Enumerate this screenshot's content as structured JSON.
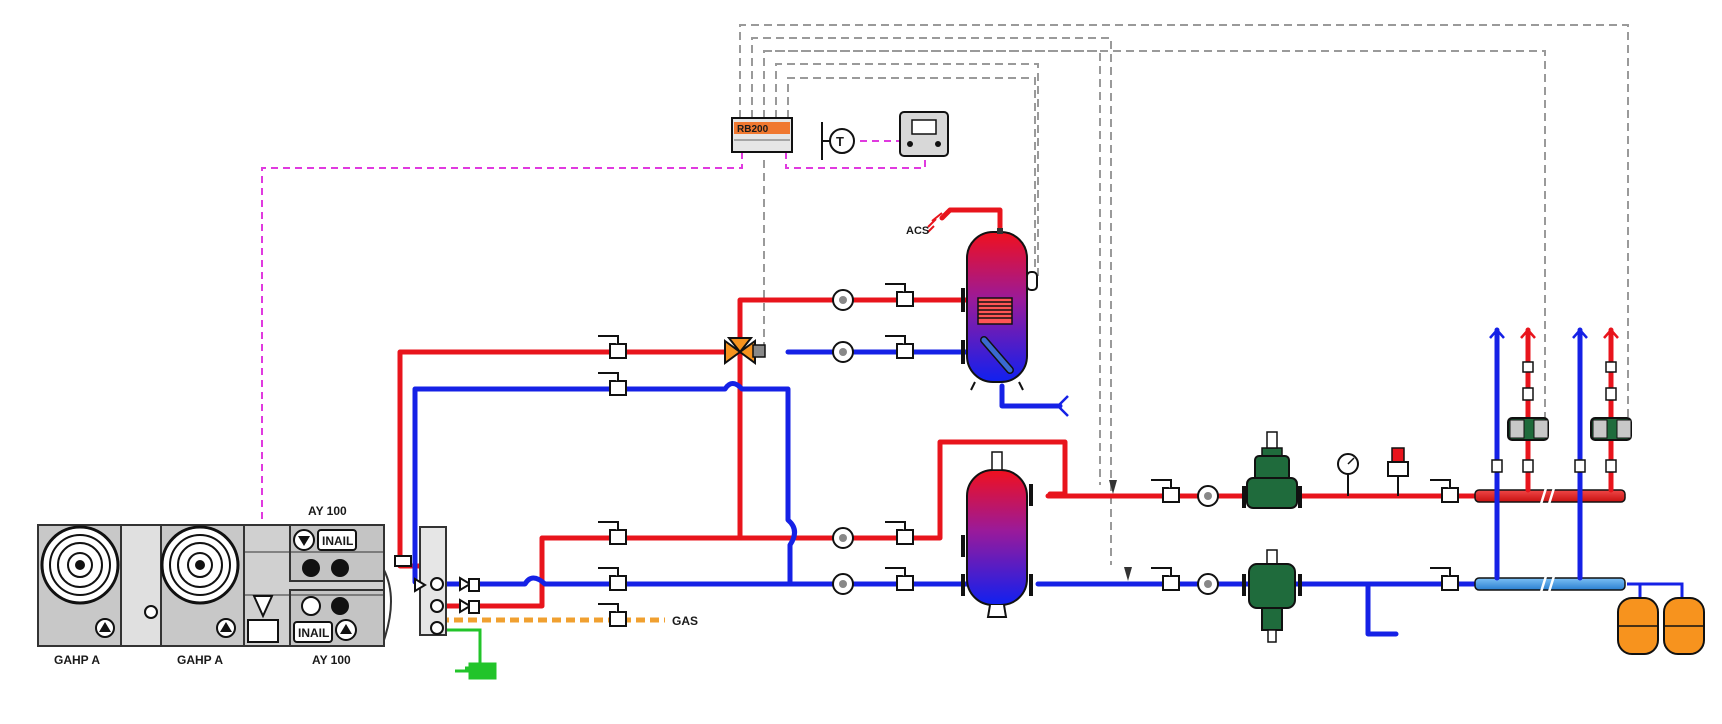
{
  "labels": {
    "gahp_1": "GAHP A",
    "gahp_2": "GAHP A",
    "ay100_top": "AY 100",
    "ay100_bottom": "AY 100",
    "inail_top": "INAIL",
    "inail_bottom": "INAIL",
    "controller": "RB200",
    "acs": "ACS",
    "gas": "GAS",
    "thermostat_symbol": "T"
  },
  "colors": {
    "hot_pipe": "#e8141c",
    "cold_pipe": "#1521e6",
    "control_line": "#9a9a9a",
    "signal_line": "#e03adf",
    "gas_line": "#f0a030",
    "drain_line": "#22c42a",
    "controller_accent": "#f07830",
    "equipment_green": "#1f6b3c",
    "expansion_vessel": "#f7931e",
    "collector_cold": "#4aa3e8"
  }
}
